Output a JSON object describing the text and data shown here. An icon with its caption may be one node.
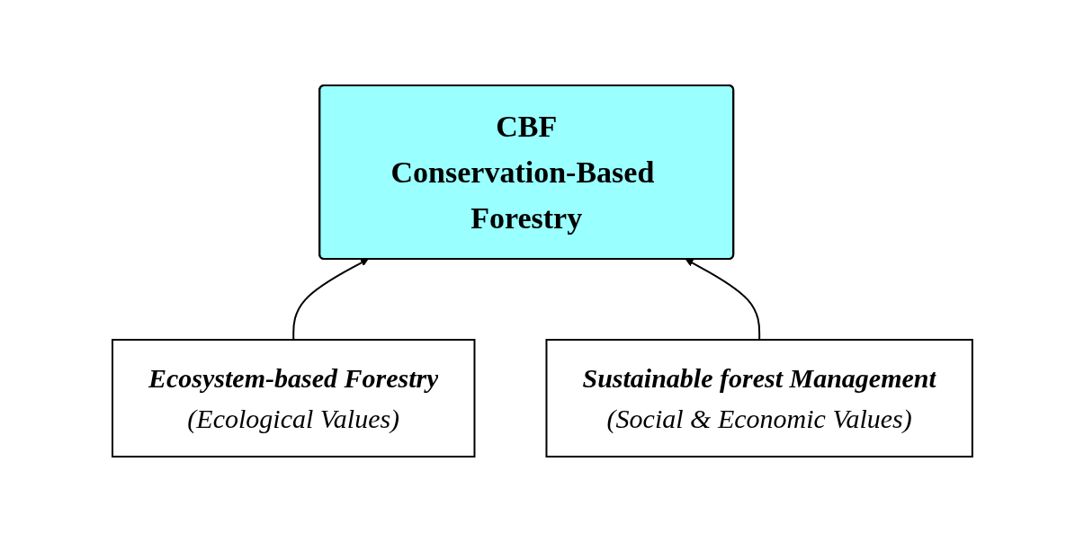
{
  "diagram": {
    "nodes": [
      {
        "text": [
          "CBF",
          "Conservation-Based Forestry"
        ]
      },
      {
        "text": [
          "Ecosystem-based Forestry",
          "(Ecological Values)"
        ]
      },
      {
        "text": [
          "Sustainable forest Management",
          "(Social & Economic Values)"
        ]
      }
    ],
    "edges": [
      {
        "from": 1,
        "to": 0,
        "arrow": "to"
      },
      {
        "from": 2,
        "to": 0,
        "arrow": "to"
      }
    ]
  }
}
